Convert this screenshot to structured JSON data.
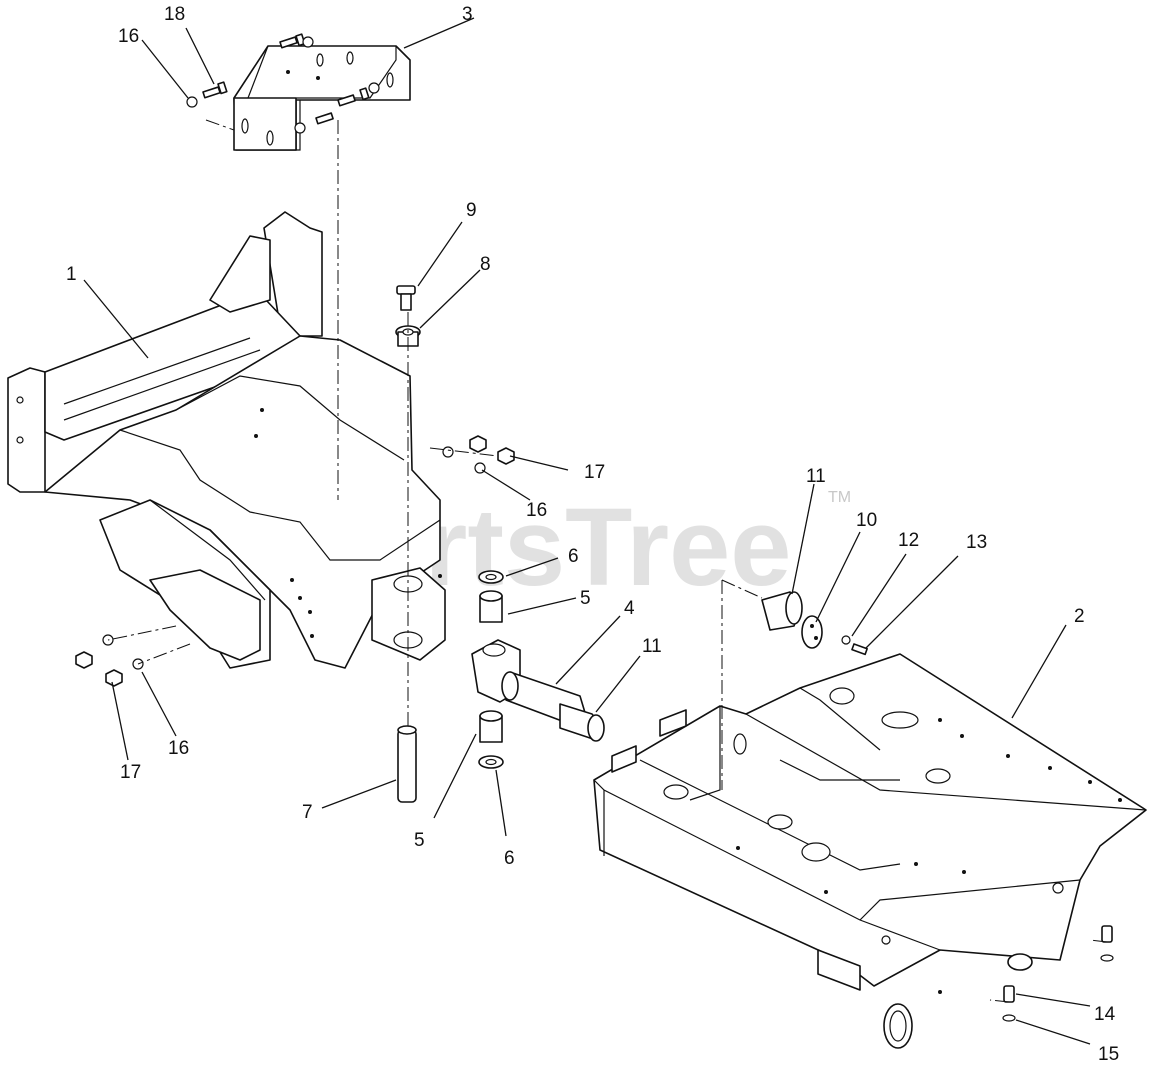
{
  "watermark": {
    "text": "PartsTree",
    "trademark": "TM"
  },
  "callouts": [
    {
      "id": "c1",
      "text": "1"
    },
    {
      "id": "c2",
      "text": "2"
    },
    {
      "id": "c3",
      "text": "3"
    },
    {
      "id": "c4",
      "text": "4"
    },
    {
      "id": "c5a",
      "text": "5"
    },
    {
      "id": "c5b",
      "text": "5"
    },
    {
      "id": "c6a",
      "text": "6"
    },
    {
      "id": "c6b",
      "text": "6"
    },
    {
      "id": "c7",
      "text": "7"
    },
    {
      "id": "c8",
      "text": "8"
    },
    {
      "id": "c9",
      "text": "9"
    },
    {
      "id": "c10",
      "text": "10"
    },
    {
      "id": "c11a",
      "text": "11"
    },
    {
      "id": "c11b",
      "text": "11"
    },
    {
      "id": "c12",
      "text": "12"
    },
    {
      "id": "c13",
      "text": "13"
    },
    {
      "id": "c14",
      "text": "14"
    },
    {
      "id": "c15",
      "text": "15"
    },
    {
      "id": "c16a",
      "text": "16"
    },
    {
      "id": "c16b",
      "text": "16"
    },
    {
      "id": "c16c",
      "text": "16"
    },
    {
      "id": "c17a",
      "text": "17"
    },
    {
      "id": "c17b",
      "text": "17"
    },
    {
      "id": "c18",
      "text": "18"
    }
  ]
}
